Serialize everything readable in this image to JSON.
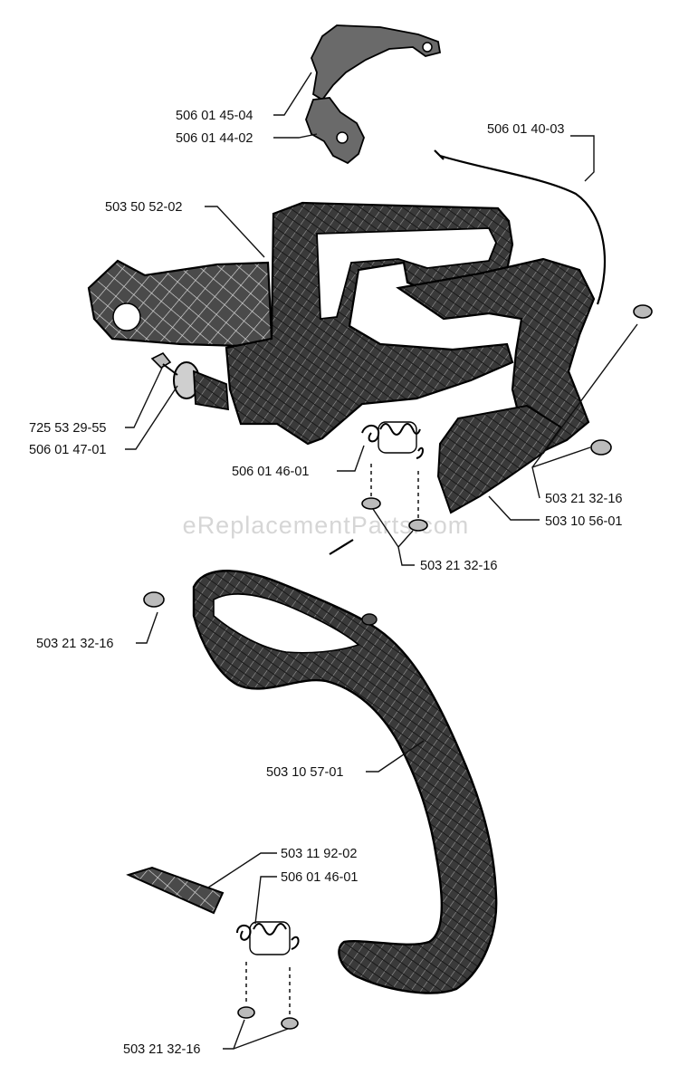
{
  "watermark": "eReplacementParts.com",
  "labels": [
    {
      "id": "lbl-1",
      "text": "506 01 45-04"
    },
    {
      "id": "lbl-2",
      "text": "506 01 44-02"
    },
    {
      "id": "lbl-3",
      "text": "506 01 40-03"
    },
    {
      "id": "lbl-4",
      "text": "503 50 52-02"
    },
    {
      "id": "lbl-5",
      "text": "725 53 29-55"
    },
    {
      "id": "lbl-6",
      "text": "506 01 47-01"
    },
    {
      "id": "lbl-7",
      "text": "506 01 46-01"
    },
    {
      "id": "lbl-8",
      "text": "503 21 32-16"
    },
    {
      "id": "lbl-9",
      "text": "503 10 56-01"
    },
    {
      "id": "lbl-10",
      "text": "503 21 32-16"
    },
    {
      "id": "lbl-11",
      "text": "503 21 32-16"
    },
    {
      "id": "lbl-12",
      "text": "503 10 57-01"
    },
    {
      "id": "lbl-13",
      "text": "503 11 92-02"
    },
    {
      "id": "lbl-14",
      "text": "506 01 46-01"
    },
    {
      "id": "lbl-15",
      "text": "503 21 32-16"
    }
  ]
}
